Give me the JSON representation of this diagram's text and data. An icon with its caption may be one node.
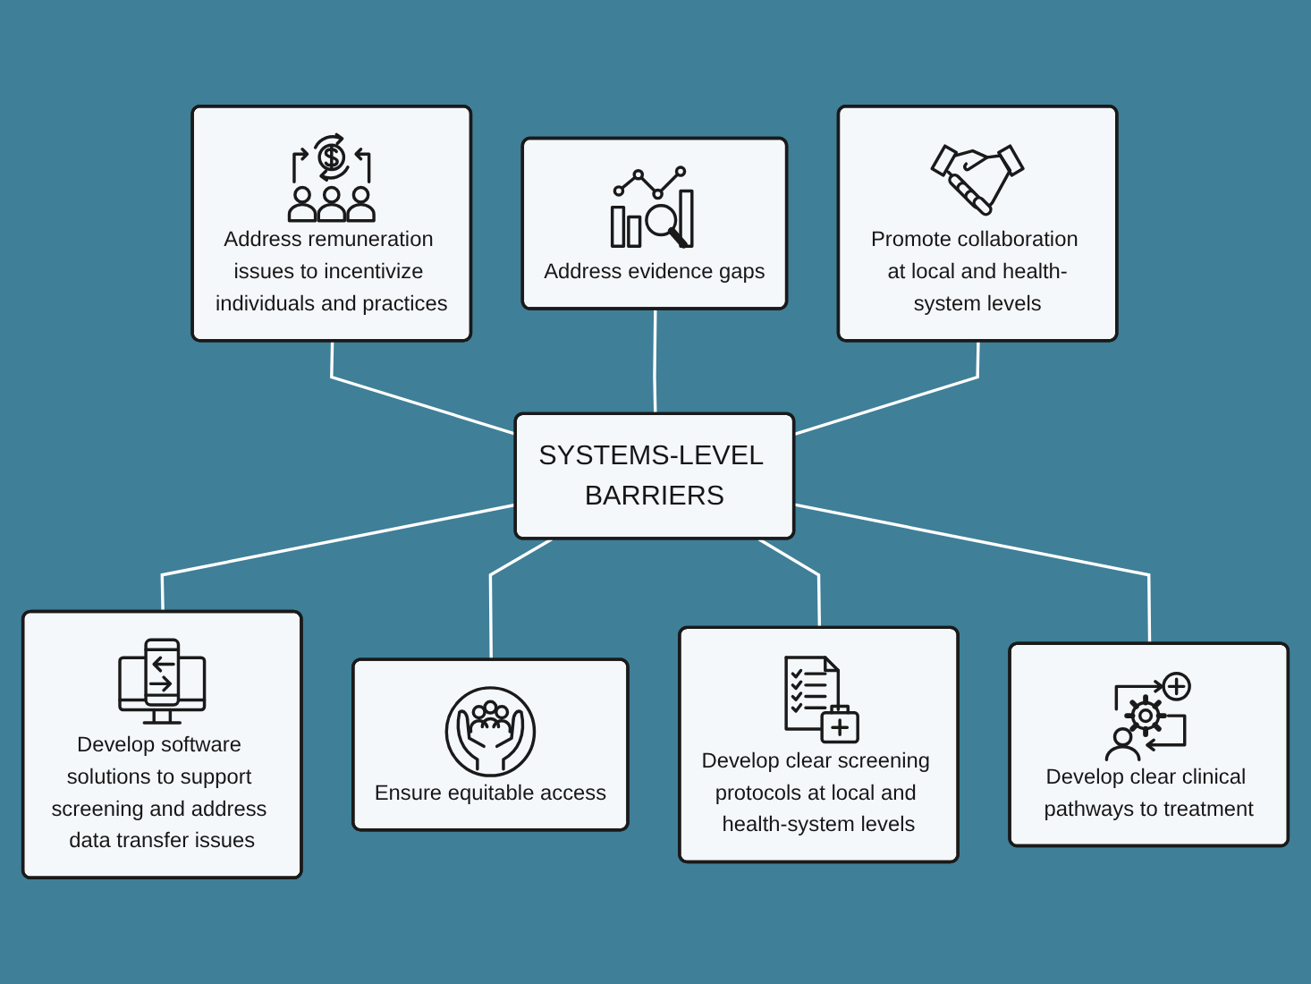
{
  "diagram": {
    "nodes": [
      {
        "text": [
          "Address remuneration issues to incentivize individuals and practices"
        ]
      },
      {
        "text": [
          "Address evidence gaps"
        ]
      },
      {
        "text": [
          "Promote collaboration at local and health-system levels"
        ]
      },
      {
        "text": [
          "SYSTEMS-LEVEL BARRIERS"
        ]
      },
      {
        "text": [
          "Develop clear screening protocols at local and health-system levels"
        ]
      },
      {
        "text": [
          "Develop software solutions to support screening and address data transfer issues"
        ]
      },
      {
        "text": [
          "Ensure equitable access"
        ]
      },
      {
        "text": [
          "Develop clear clinical pathways to treatment"
        ]
      }
    ],
    "edges": [
      {
        "from": 0,
        "to": 3,
        "arrow": "none"
      },
      {
        "from": 1,
        "to": 3,
        "arrow": "none"
      },
      {
        "from": 2,
        "to": 3,
        "arrow": "none"
      },
      {
        "from": 3,
        "to": 5,
        "arrow": "none"
      },
      {
        "from": 3,
        "to": 6,
        "arrow": "none"
      },
      {
        "from": 3,
        "to": 4,
        "arrow": "none"
      },
      {
        "from": 3,
        "to": 7,
        "arrow": "none"
      }
    ]
  }
}
